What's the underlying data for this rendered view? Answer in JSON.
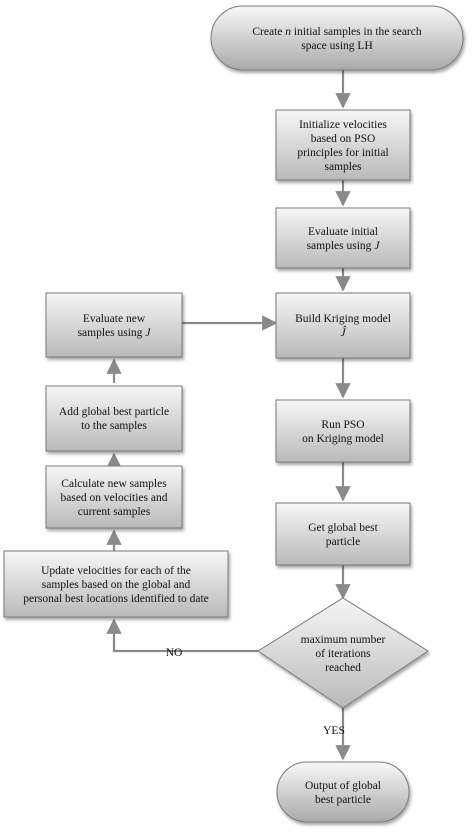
{
  "nodes": {
    "create_samples": {
      "lines": [
        [
          "Create ",
          {
            "i": "n"
          },
          " initial samples in the search"
        ],
        [
          "space using LH"
        ]
      ]
    },
    "init_velocities": {
      "lines": [
        [
          "Initialize velocities"
        ],
        [
          "based on PSO"
        ],
        [
          "principles for initial"
        ],
        [
          "samples"
        ]
      ]
    },
    "evaluate_initial": {
      "lines": [
        [
          "Evaluate initial"
        ],
        [
          "samples using ",
          {
            "i": "J"
          }
        ]
      ]
    },
    "build_kriging": {
      "lines": [
        [
          "Build Kriging model"
        ],
        [
          {
            "i": "Ĵ"
          }
        ]
      ]
    },
    "run_pso": {
      "lines": [
        [
          "Run PSO"
        ],
        [
          "on Kriging model"
        ]
      ]
    },
    "get_global_best": {
      "lines": [
        [
          "Get global best"
        ],
        [
          "particle"
        ]
      ]
    },
    "max_iterations": {
      "lines": [
        [
          "maximum number"
        ],
        [
          "of iterations"
        ],
        [
          "reached"
        ]
      ]
    },
    "output": {
      "lines": [
        [
          "Output of global"
        ],
        [
          "best particle"
        ]
      ]
    },
    "evaluate_new": {
      "lines": [
        [
          "Evaluate new"
        ],
        [
          "samples using ",
          {
            "i": "J"
          }
        ]
      ]
    },
    "add_global_best": {
      "lines": [
        [
          "Add global best particle"
        ],
        [
          "to the samples"
        ]
      ]
    },
    "calc_new_samples": {
      "lines": [
        [
          "Calculate new samples"
        ],
        [
          "based on velocities and"
        ],
        [
          "current samples"
        ]
      ]
    },
    "update_velocities": {
      "lines": [
        [
          "Update velocities for each of the"
        ],
        [
          "samples based on the global and"
        ],
        [
          "personal best locations identified to date"
        ]
      ]
    }
  },
  "edge_labels": {
    "no": "NO",
    "yes": "YES"
  },
  "colors": {
    "box_top": "#f4f4f4",
    "box_bottom": "#bdbdbd",
    "stroke": "#7a7a7a",
    "arrow": "#8a8a8a",
    "text": "#111111"
  }
}
